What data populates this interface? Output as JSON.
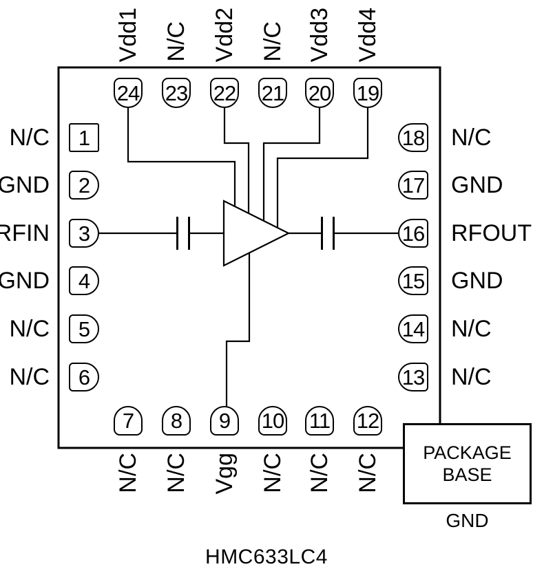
{
  "title": "HMC633LC4",
  "chip": {
    "pins_top": [
      {
        "num": "24",
        "label": "Vdd1"
      },
      {
        "num": "23",
        "label": "N/C"
      },
      {
        "num": "22",
        "label": "Vdd2"
      },
      {
        "num": "21",
        "label": "N/C"
      },
      {
        "num": "20",
        "label": "Vdd3"
      },
      {
        "num": "19",
        "label": "Vdd4"
      }
    ],
    "pins_left": [
      {
        "num": "1",
        "label": "N/C"
      },
      {
        "num": "2",
        "label": "GND"
      },
      {
        "num": "3",
        "label": "RFIN"
      },
      {
        "num": "4",
        "label": "GND"
      },
      {
        "num": "5",
        "label": "N/C"
      },
      {
        "num": "6",
        "label": "N/C"
      }
    ],
    "pins_right": [
      {
        "num": "18",
        "label": "N/C"
      },
      {
        "num": "17",
        "label": "GND"
      },
      {
        "num": "16",
        "label": "RFOUT"
      },
      {
        "num": "15",
        "label": "GND"
      },
      {
        "num": "14",
        "label": "N/C"
      },
      {
        "num": "13",
        "label": "N/C"
      }
    ],
    "pins_bottom": [
      {
        "num": "7",
        "label": "N/C"
      },
      {
        "num": "8",
        "label": "N/C"
      },
      {
        "num": "9",
        "label": "Vgg"
      },
      {
        "num": "10",
        "label": "N/C"
      },
      {
        "num": "11",
        "label": "N/C"
      },
      {
        "num": "12",
        "label": "N/C"
      }
    ]
  },
  "package_base": {
    "label_line1": "PACKAGE",
    "label_line2": "BASE",
    "ground": "GND"
  },
  "colors": {
    "line": "#000000",
    "background": "#ffffff"
  }
}
